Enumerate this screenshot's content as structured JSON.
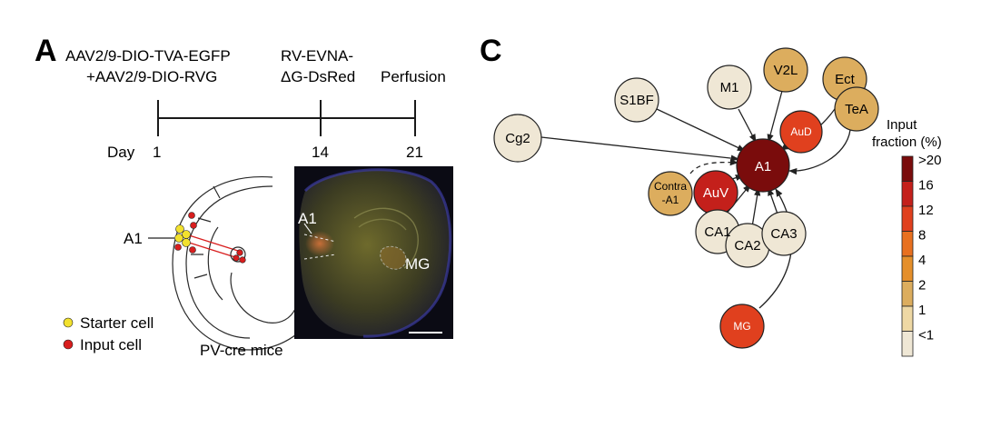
{
  "panel_a": {
    "letter": "A",
    "injection1_line1": "AAV2/9-DIO-TVA-EGFP",
    "injection1_line2": "+AAV2/9-DIO-RVG",
    "injection2_line1": "RV-EVNA-",
    "injection2_line2": "ΔG-DsRed",
    "step3": "Perfusion",
    "day_label": "Day",
    "days": [
      "1",
      "14",
      "21"
    ],
    "brain_region_label": "A1",
    "legend": {
      "starter": "Starter cell",
      "input": "Input cell"
    },
    "mouse_label": "PV-cre mice",
    "micro_a1": "A1",
    "micro_mg": "MG"
  },
  "panel_c": {
    "letter": "C",
    "center": "A1",
    "nodes": {
      "cg2": "Cg2",
      "s1bf": "S1BF",
      "m1": "M1",
      "v2l": "V2L",
      "ect": "Ect",
      "tea": "TeA",
      "aud": "AuD",
      "contra_l1": "Contra",
      "contra_l2": "-A1",
      "auv": "AuV",
      "ca1": "CA1",
      "ca2": "CA2",
      "ca3": "CA3",
      "mg": "MG"
    },
    "legend_title1": "Input",
    "legend_title2": "fraction (%)",
    "legend_labels": [
      ">20",
      "16",
      "12",
      "8",
      "4",
      "2",
      "1",
      "<1"
    ],
    "legend_colors": [
      "#7a0c0c",
      "#c4201b",
      "#e0401e",
      "#e8701f",
      "#e58f2a",
      "#dcad5e",
      "#eed8a4",
      "#efe7d5"
    ]
  },
  "colors": {
    "starter": "#f2e12e",
    "input": "#d81e1e"
  }
}
